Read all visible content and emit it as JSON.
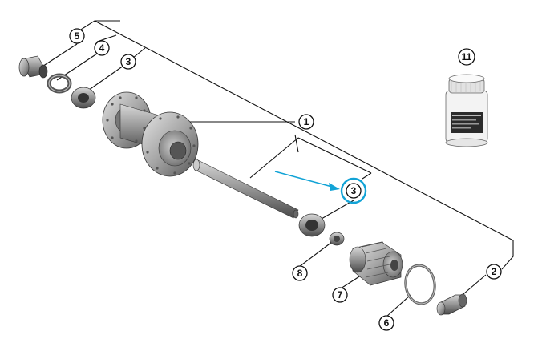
{
  "callouts": {
    "c1": "1",
    "c2": "2",
    "c3_left": "3",
    "c3_right": "3",
    "c4": "4",
    "c5": "5",
    "c6": "6",
    "c7": "7",
    "c8": "8",
    "c11": "11"
  },
  "highlight": {
    "target": "c3_right",
    "color": "#12a3d6"
  }
}
